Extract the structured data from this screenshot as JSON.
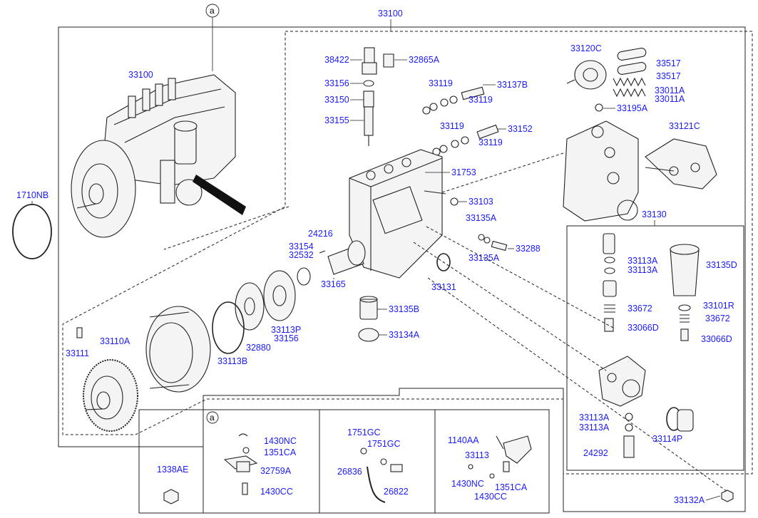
{
  "callout_letter": "a",
  "labels": {
    "p33100_top": "33100",
    "p33100_pump": "33100",
    "p1710NB": "1710NB",
    "p38422": "38422",
    "p32865A": "32865A",
    "p33156_a": "33156",
    "p33150": "33150",
    "p33155": "33155",
    "p33119_a": "33119",
    "p33119_b": "33119",
    "p33137B": "33137B",
    "p33119_c": "33119",
    "p33119_d": "33119",
    "p33152": "33152",
    "p31753": "31753",
    "p33103": "33103",
    "p33135A_a": "33135A",
    "p33135A_b": "33135A",
    "p33288": "33288",
    "p24216": "24216",
    "p33154": "33154",
    "p32532": "32532",
    "p33165": "33165",
    "p33131": "33131",
    "p33135B": "33135B",
    "p33134A": "33134A",
    "p33113P": "33113P",
    "p33156_b": "33156",
    "p32880": "32880",
    "p33113B": "33113B",
    "p33110A": "33110A",
    "p33111": "33111",
    "p33120C": "33120C",
    "p33517_a": "33517",
    "p33517_b": "33517",
    "p33011A_a": "33011A",
    "p33011A_b": "33011A",
    "p33195A": "33195A",
    "p33121C": "33121C",
    "p33130": "33130",
    "p33113A_a": "33113A",
    "p33113A_b": "33113A",
    "p33135D": "33135D",
    "p33672_a": "33672",
    "p33101R": "33101R",
    "p33672_b": "33672",
    "p33066D_a": "33066D",
    "p33066D_b": "33066D",
    "p33113A_c": "33113A",
    "p33113A_d": "33113A",
    "p33114P": "33114P",
    "p24292": "24292",
    "p33132A": "33132A",
    "p1430NC_a": "1430NC",
    "p1351CA_a": "1351CA",
    "p32759A": "32759A",
    "p1430CC_a": "1430CC",
    "p1338AE": "1338AE",
    "p1751GC_a": "1751GC",
    "p1751GC_b": "1751GC",
    "p26836": "26836",
    "p26822": "26822",
    "p1140AA": "1140AA",
    "p33113": "33113",
    "p1430NC_b": "1430NC",
    "p1351CA_b": "1351CA",
    "p1430CC_b": "1430CC"
  }
}
